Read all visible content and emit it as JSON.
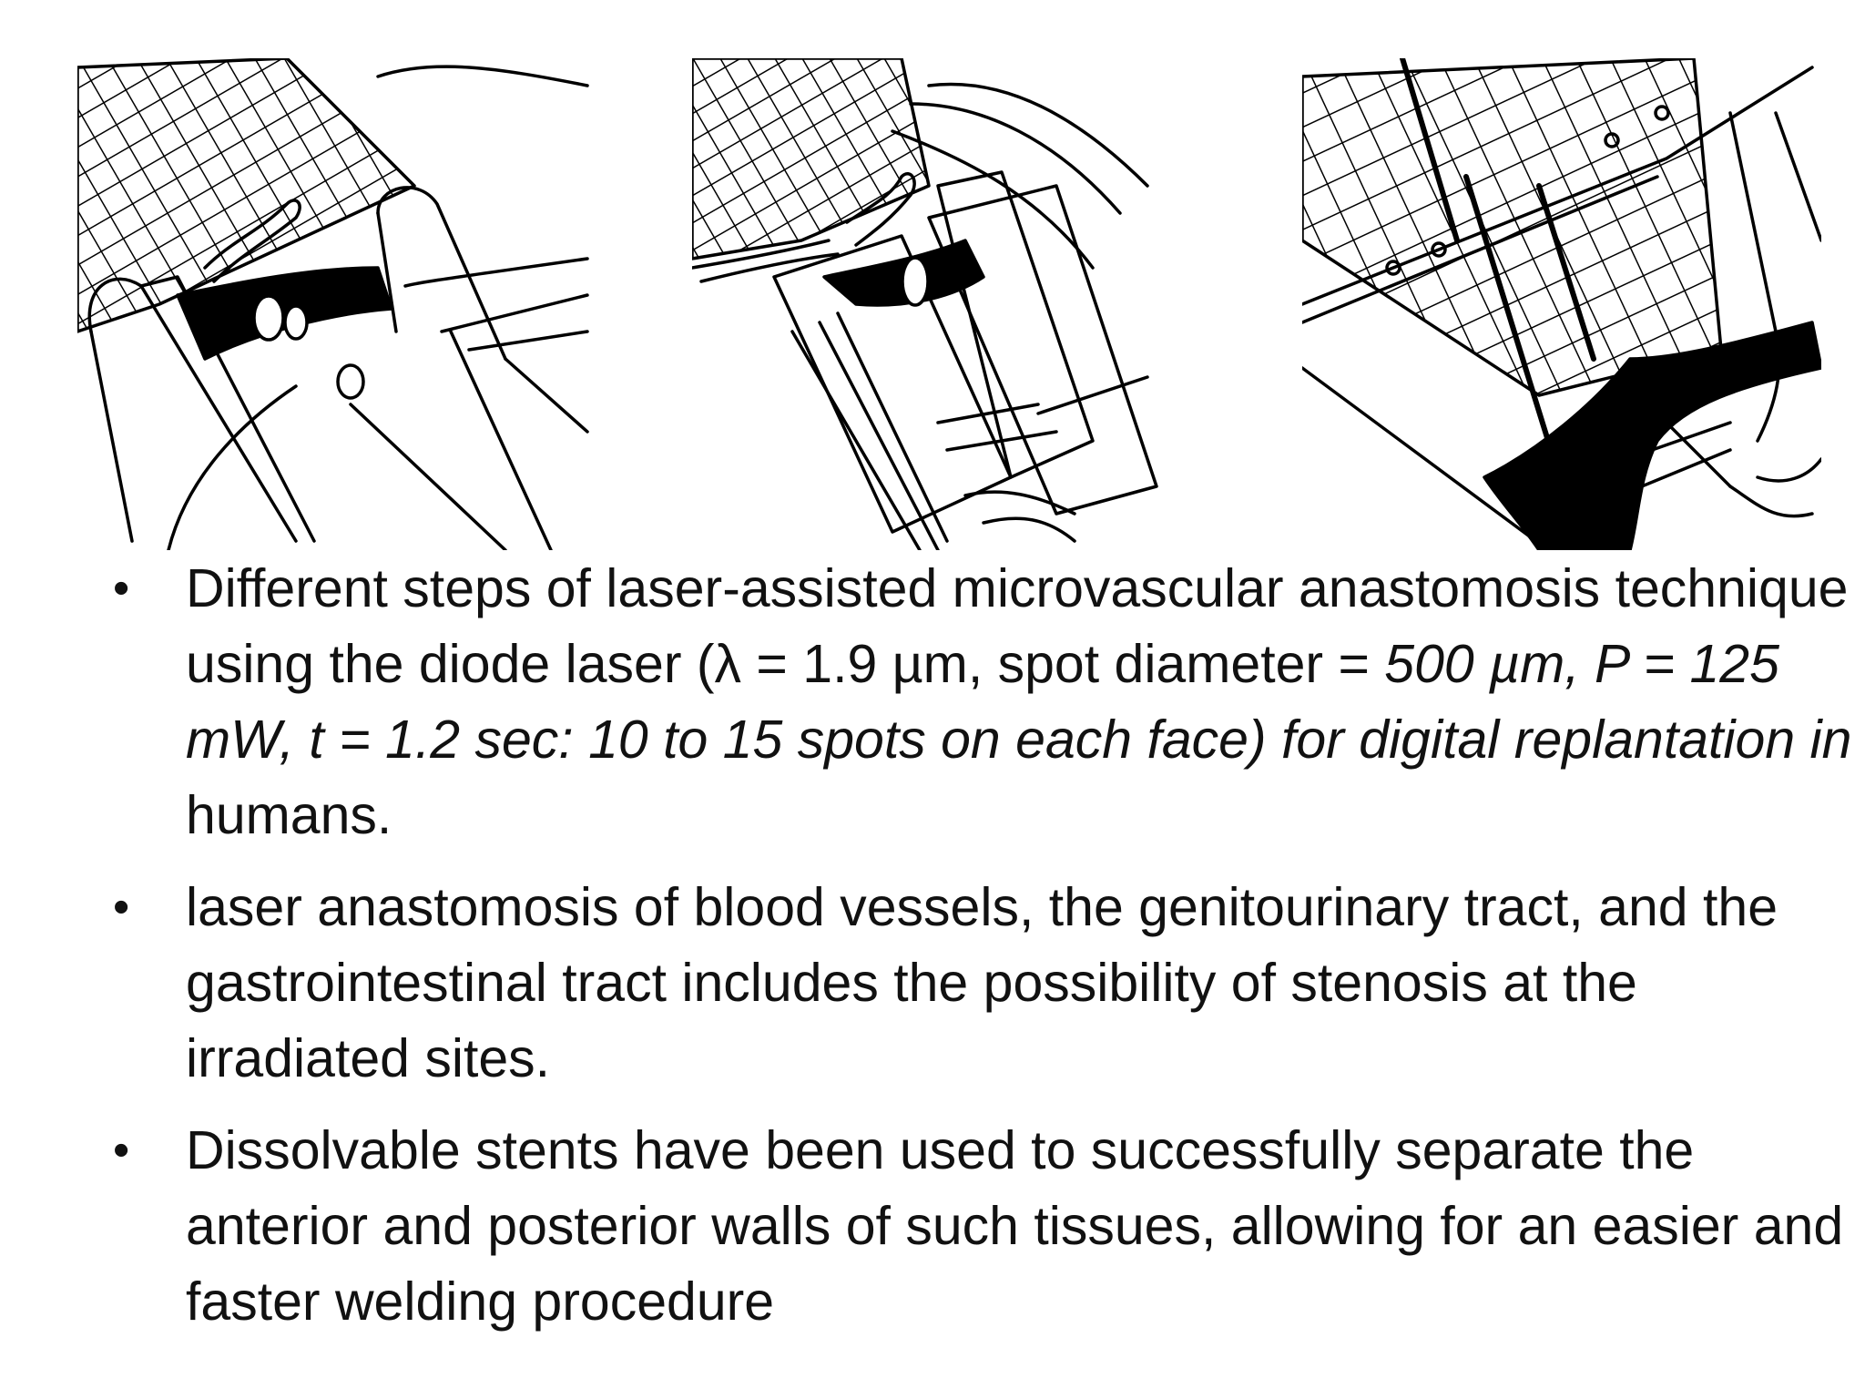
{
  "figure": {
    "panels": [
      {
        "name": "step-1-illustration"
      },
      {
        "name": "step-2-illustration"
      },
      {
        "name": "step-3-illustration"
      }
    ]
  },
  "bullets": {
    "marker": "•",
    "b1_part1": "Different steps of laser-assisted microvascular anastomosis technique using the diode laser (λ = 1.9 µm, spot diameter = ",
    "b1_italic": "500 µm, P = 125 mW, t = 1.2 sec: 10 to 15 spots on each face) for digital replantation in",
    "b1_part2": " humans.",
    "b2": "laser anastomosis of blood vessels, the genitourinary tract, and the gastrointestinal tract includes the possibility of stenosis at the irradiated sites.",
    "b3": "Dissolvable stents have been used to successfully separate the anterior and posterior walls of such tissues, allowing for an easier and faster welding procedure"
  }
}
